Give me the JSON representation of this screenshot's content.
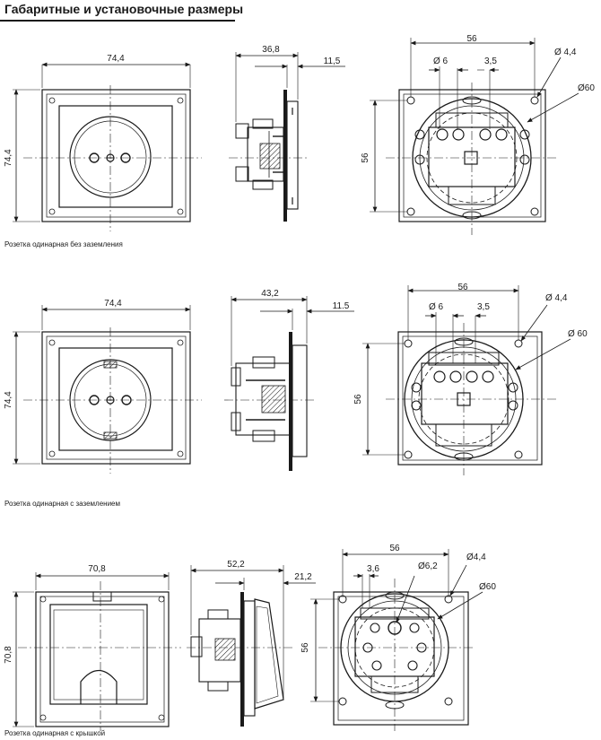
{
  "header": {
    "title": "Габаритные и установочные размеры"
  },
  "sections": [
    {
      "caption": "Розетка одинарная без заземления",
      "front": {
        "width": "74,4",
        "height": "74,4"
      },
      "side": {
        "depth": "36,8",
        "protrusion": "11,5"
      },
      "back": {
        "center_distance": "56",
        "d_small": "Ø 6",
        "d_pitch": "3,5",
        "d_screw": "Ø 4,4",
        "d_box": "Ø60",
        "vertical": "56"
      }
    },
    {
      "caption": "Розетка одинарная с заземлением",
      "front": {
        "width": "74,4",
        "height": "74,4"
      },
      "side": {
        "depth": "43,2",
        "protrusion": "11.5"
      },
      "back": {
        "center_distance": "56",
        "d_small": "Ø 6",
        "d_pitch": "3,5",
        "d_screw": "Ø 4,4",
        "d_box": "Ø 60",
        "vertical": "56"
      }
    },
    {
      "caption": "Розетка одинарная с крышкой",
      "front": {
        "width": "70,8",
        "height": "70,8"
      },
      "side": {
        "depth": "52,2",
        "protrusion": "21,2"
      },
      "back": {
        "center_distance": "56",
        "d_small": "Ø6,2",
        "d_pitch": "3,6",
        "d_screw": "Ø4,4",
        "d_box": "Ø60",
        "vertical": "56"
      }
    }
  ]
}
